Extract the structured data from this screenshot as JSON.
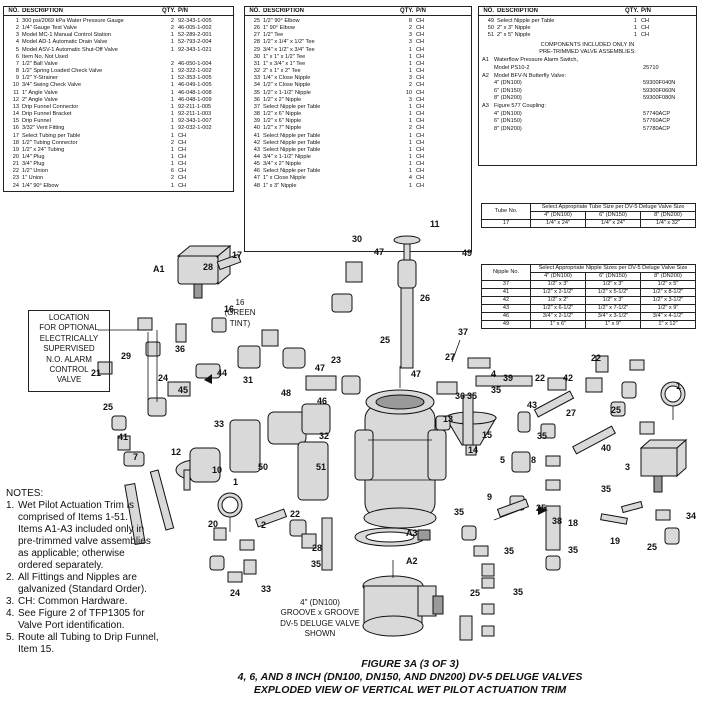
{
  "parts_table_1": {
    "headers": {
      "no": "NO.",
      "desc": "DESCRIPTION",
      "qty": "QTY.",
      "pn": "P/N"
    },
    "rows": [
      {
        "no": "1",
        "desc": "300 psi/2069 kPa Water Pressure Gauge",
        "qty": "2",
        "pn": "92-343-1-005"
      },
      {
        "no": "2",
        "desc": "1/4\" Gauge Test Valve",
        "qty": "2",
        "pn": "46-005-1-002"
      },
      {
        "no": "3",
        "desc": "Model MC-1 Manual Control Station",
        "qty": "1",
        "pn": "52-289-2-001"
      },
      {
        "no": "4",
        "desc": "Model AD-1 Automatic Drain Valve",
        "qty": "1",
        "pn": "52-793-2-004"
      },
      {
        "no": "5",
        "desc": "Model ASV-1 Automatic Shut-Off Valve",
        "qty": "1",
        "pn": "92-343-1-021"
      },
      {
        "no": "6",
        "desc": "Item No. Not Used",
        "qty": "",
        "pn": ""
      },
      {
        "no": "7",
        "desc": "1/2\" Ball Valve",
        "qty": "2",
        "pn": "46-050-1-004"
      },
      {
        "no": "8",
        "desc": "1/2\" Spring Loaded Check Valve",
        "qty": "1",
        "pn": "92-322-1-002"
      },
      {
        "no": "9",
        "desc": "1/2\" Y-Strainer",
        "qty": "1",
        "pn": "52-353-1-005"
      },
      {
        "no": "10",
        "desc": "3/4\" Swing Check Valve",
        "qty": "1",
        "pn": "46-049-1-005"
      },
      {
        "no": "11",
        "desc": "1\" Angle Valve",
        "qty": "1",
        "pn": "46-048-1-008"
      },
      {
        "no": "12",
        "desc": "2\" Angle Valve",
        "qty": "1",
        "pn": "46-048-1-009"
      },
      {
        "no": "13",
        "desc": "Drip Funnel Connector",
        "qty": "1",
        "pn": "92-211-1-005"
      },
      {
        "no": "14",
        "desc": "Drip Funnel Bracket",
        "qty": "1",
        "pn": "92-211-1-003"
      },
      {
        "no": "15",
        "desc": "Drip Funnel",
        "qty": "1",
        "pn": "92-343-1-007"
      },
      {
        "no": "16",
        "desc": "3/32\" Vent Fitting",
        "qty": "1",
        "pn": "92-032-1-002"
      },
      {
        "no": "17",
        "desc": "Select Tubing per Table",
        "qty": "1",
        "pn": "CH"
      },
      {
        "no": "18",
        "desc": "1/2\" Tubing Connector",
        "qty": "2",
        "pn": "CH"
      },
      {
        "no": "19",
        "desc": "1/2\" x 24\" Tubing",
        "qty": "1",
        "pn": "CH"
      },
      {
        "no": "20",
        "desc": "1/4\" Plug",
        "qty": "1",
        "pn": "CH"
      },
      {
        "no": "21",
        "desc": "3/4\" Plug",
        "qty": "1",
        "pn": "CH"
      },
      {
        "no": "22",
        "desc": "1/2\" Union",
        "qty": "6",
        "pn": "CH"
      },
      {
        "no": "23",
        "desc": "1\" Union",
        "qty": "2",
        "pn": "CH"
      },
      {
        "no": "24",
        "desc": "1/4\" 90° Elbow",
        "qty": "1",
        "pn": "CH"
      }
    ]
  },
  "parts_table_2": {
    "headers": {
      "no": "NO.",
      "desc": "DESCRIPTION",
      "qty": "QTY.",
      "pn": "P/N"
    },
    "rows": [
      {
        "no": "25",
        "desc": "1/2\" 90° Elbow",
        "qty": "8",
        "pn": "CH"
      },
      {
        "no": "26",
        "desc": "1\" 90° Elbow",
        "qty": "2",
        "pn": "CH"
      },
      {
        "no": "27",
        "desc": "1/2\" Tee",
        "qty": "3",
        "pn": "CH"
      },
      {
        "no": "28",
        "desc": "1/2\" x 1/4\" x 1/2\" Tee",
        "qty": "3",
        "pn": "CH"
      },
      {
        "no": "29",
        "desc": "3/4\" x 1/2\" x 3/4\" Tee",
        "qty": "1",
        "pn": "CH"
      },
      {
        "no": "30",
        "desc": "1\" x 1\" x 1/2\" Tee",
        "qty": "1",
        "pn": "CH"
      },
      {
        "no": "31",
        "desc": "1\" x 3/4\" x 1\" Tee",
        "qty": "1",
        "pn": "CH"
      },
      {
        "no": "32",
        "desc": "2\" x 1\" x 2\" Tee",
        "qty": "1",
        "pn": "CH"
      },
      {
        "no": "33",
        "desc": "1/4\" x Close Nipple",
        "qty": "3",
        "pn": "CH"
      },
      {
        "no": "34",
        "desc": "1/2\" x Close Nipple",
        "qty": "2",
        "pn": "CH"
      },
      {
        "no": "35",
        "desc": "1/2\" x 1-1/2\" Nipple",
        "qty": "10",
        "pn": "CH"
      },
      {
        "no": "36",
        "desc": "1/2\" x 2\" Nipple",
        "qty": "3",
        "pn": "CH"
      },
      {
        "no": "37",
        "desc": "Select Nipple per Table",
        "qty": "1",
        "pn": "CH"
      },
      {
        "no": "38",
        "desc": "1/2\" x 6\" Nipple",
        "qty": "1",
        "pn": "CH"
      },
      {
        "no": "39",
        "desc": "1/2\" x 6\" Nipple",
        "qty": "1",
        "pn": "CH"
      },
      {
        "no": "40",
        "desc": "1/2\" x 7\" Nipple",
        "qty": "2",
        "pn": "CH"
      },
      {
        "no": "41",
        "desc": "Select Nipple per Table",
        "qty": "1",
        "pn": "CH"
      },
      {
        "no": "42",
        "desc": "Select Nipple per Table",
        "qty": "1",
        "pn": "CH"
      },
      {
        "no": "43",
        "desc": "Select Nipple per Table",
        "qty": "1",
        "pn": "CH"
      },
      {
        "no": "44",
        "desc": "3/4\" x 1-1/2\" Nipple",
        "qty": "1",
        "pn": "CH"
      },
      {
        "no": "45",
        "desc": "3/4\" x 2\" Nipple",
        "qty": "1",
        "pn": "CH"
      },
      {
        "no": "46",
        "desc": "Select Nipple per Table",
        "qty": "1",
        "pn": "CH"
      },
      {
        "no": "47",
        "desc": "1\" x Close Nipple",
        "qty": "4",
        "pn": "CH"
      },
      {
        "no": "48",
        "desc": "1\" x 3\" Nipple",
        "qty": "1",
        "pn": "CH"
      }
    ]
  },
  "parts_table_3": {
    "headers": {
      "no": "NO.",
      "desc": "DESCRIPTION",
      "qty": "QTY.",
      "pn": "P/N"
    },
    "rows": [
      {
        "no": "49",
        "desc": "Select Nipple per Table",
        "qty": "1",
        "pn": "CH"
      },
      {
        "no": "50",
        "desc": "2\" x 3\" Nipple",
        "qty": "1",
        "pn": "CH"
      },
      {
        "no": "51",
        "desc": "2\" x 5\" Nipple",
        "qty": "1",
        "pn": "CH"
      }
    ],
    "components_title_1": "COMPONENTS INCLUDED ONLY IN",
    "components_title_2": "PRE-TRIMMED VALVE ASSEMBLIES:",
    "components": [
      {
        "k": "A1",
        "d": "Waterflow Pressure Alarm Switch,",
        "v": ""
      },
      {
        "k": "",
        "d": "Model PS10-2",
        "v": "25710"
      },
      {
        "k": "A2",
        "d": "Model BFV-N Butterfly Valve:",
        "v": ""
      },
      {
        "k": "",
        "d": "4\" (DN100)",
        "v": "59300F040N"
      },
      {
        "k": "",
        "d": "6\" (DN150)",
        "v": "59300F060N"
      },
      {
        "k": "",
        "d": "8\" (DN200)",
        "v": "59300F080N"
      },
      {
        "k": "A3",
        "d": "Figure 577 Coupling:",
        "v": ""
      },
      {
        "k": "",
        "d": "4\" (DN100)",
        "v": "57740ACP"
      },
      {
        "k": "",
        "d": "6\" (DN150)",
        "v": "57760ACP"
      },
      {
        "k": "",
        "d": "8\" (DN200)",
        "v": "57780ACP"
      }
    ]
  },
  "tube_table": {
    "col1": "Tube No.",
    "header": "Select Appropriate Tube Size per DV-5 Deluge Valve Size",
    "sizes": [
      "4\" (DN100)",
      "6\" (DN150)",
      "8\" (DN200)"
    ],
    "rows": [
      {
        "no": "17",
        "v": [
          "1/4\" x 24\"",
          "1/4\" x 24\"",
          "1/4\" x 32\""
        ]
      }
    ]
  },
  "nipple_table": {
    "col1": "Nipple No.",
    "header": "Select Appropriate Nipple Sizes per DV-5 Deluge Valve Size",
    "sizes": [
      "4\" (DN100)",
      "6\" (DN150)",
      "8\" (DN200)"
    ],
    "rows": [
      {
        "no": "37",
        "v": [
          "1/2\" x 3\"",
          "1/2\" x 3\"",
          "1/2\" x 5\""
        ]
      },
      {
        "no": "41",
        "v": [
          "1/2\" x 2-1/2\"",
          "1/2\" x 5-1/2\"",
          "1/2\" x 8-1/2\""
        ]
      },
      {
        "no": "42",
        "v": [
          "1/2\" x 2\"",
          "1/2\" x 3\"",
          "1/2\" x 3-1/2\""
        ]
      },
      {
        "no": "43",
        "v": [
          "1/2\" x 6-1/2\"",
          "1/2\" x 7-1/2\"",
          "1/2\" x 9\""
        ]
      },
      {
        "no": "46",
        "v": [
          "3/4\" x 2-1/2\"",
          "3/4\" x 3-1/2\"",
          "3/4\" x 4-1/2\""
        ]
      },
      {
        "no": "49",
        "v": [
          "1\" x 6\"",
          "1\" x 9\"",
          "1\" x 12\""
        ]
      }
    ]
  },
  "callouts": {
    "location": [
      "LOCATION",
      "FOR OPTIONAL",
      "ELECTRICALLY",
      "SUPERVISED",
      "N.O. ALARM",
      "CONTROL",
      "VALVE"
    ],
    "green_tint": [
      "16",
      "(GREEN",
      "TINT)"
    ],
    "valve_shown": [
      "4\" (DN100)",
      "GROOVE x GROOVE",
      "DV-5 DELUGE VALVE",
      "SHOWN"
    ]
  },
  "notes": {
    "heading": "NOTES:",
    "items": [
      [
        "1.",
        "Wet Pilot Actuation Trim is",
        "comprised of Items 1-51.",
        "Items A1-A3 included only in",
        "pre-trimmed valve assemblies",
        "as applicable; otherwise",
        "ordered separately."
      ],
      [
        "2.",
        "All Fittings and Nipples are",
        "galvanized (Standard Order)."
      ],
      [
        "3.",
        "CH: Common Hardware."
      ],
      [
        "4.",
        "See Figure 2 of TFP1305 for",
        "Valve Port identification."
      ],
      [
        "5.",
        "Route all Tubing to Drip Funnel,",
        "Item 15."
      ]
    ]
  },
  "figure": {
    "line1": "FIGURE 3A (3 OF 3)",
    "line2": "4, 6, AND 8 INCH (DN100, DN150, AND DN200) DV-5 DELUGE VALVES",
    "line3": "EXPLODED VIEW OF VERTICAL WET PILOT ACTUATION TRIM"
  },
  "part_labels": [
    "A1",
    "17",
    "28",
    "29",
    "21",
    "36",
    "16",
    "30",
    "47",
    "11",
    "49",
    "26",
    "25",
    "37",
    "44",
    "45",
    "31",
    "24",
    "23",
    "47",
    "27",
    "4",
    "39",
    "22",
    "42",
    "22",
    "35",
    "35",
    "46",
    "48",
    "32",
    "47",
    "36",
    "13",
    "43",
    "25",
    "41",
    "33",
    "50",
    "51",
    "14",
    "15",
    "40",
    "3",
    "10",
    "7",
    "12",
    "1",
    "20",
    "2",
    "22",
    "38",
    "9",
    "18",
    "19",
    "34",
    "25",
    "35",
    "28",
    "35",
    "A3",
    "A2",
    "24",
    "33",
    "35",
    "25",
    "35",
    "5",
    "8",
    "27",
    "1",
    "25",
    "35",
    "35",
    "25",
    "35"
  ]
}
